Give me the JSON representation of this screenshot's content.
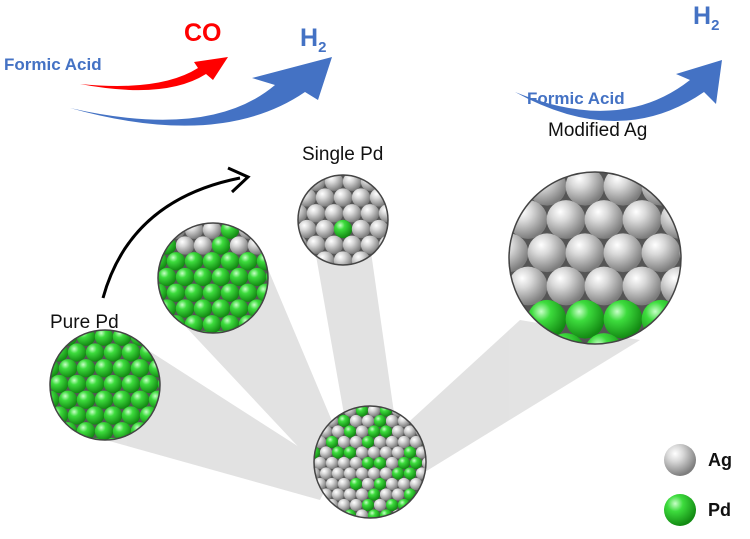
{
  "left_reaction": {
    "reactant": "Formic Acid",
    "minor_product": "CO",
    "major_product_main": "H",
    "major_product_sub": "2"
  },
  "right_reaction": {
    "reactant": "Formic Acid",
    "product_main": "H",
    "product_sub": "2"
  },
  "labels": {
    "pure_pd": "Pure Pd",
    "single_pd": "Single Pd",
    "modified_ag": "Modified Ag"
  },
  "legend": [
    {
      "label": "Ag",
      "color": "#bdbdbd"
    },
    {
      "label": "Pd",
      "color": "#33cc33"
    }
  ],
  "colors": {
    "blue": "#4472c4",
    "red": "#ff0000",
    "ag": "#bdbdbd",
    "pd": "#33cc33"
  }
}
